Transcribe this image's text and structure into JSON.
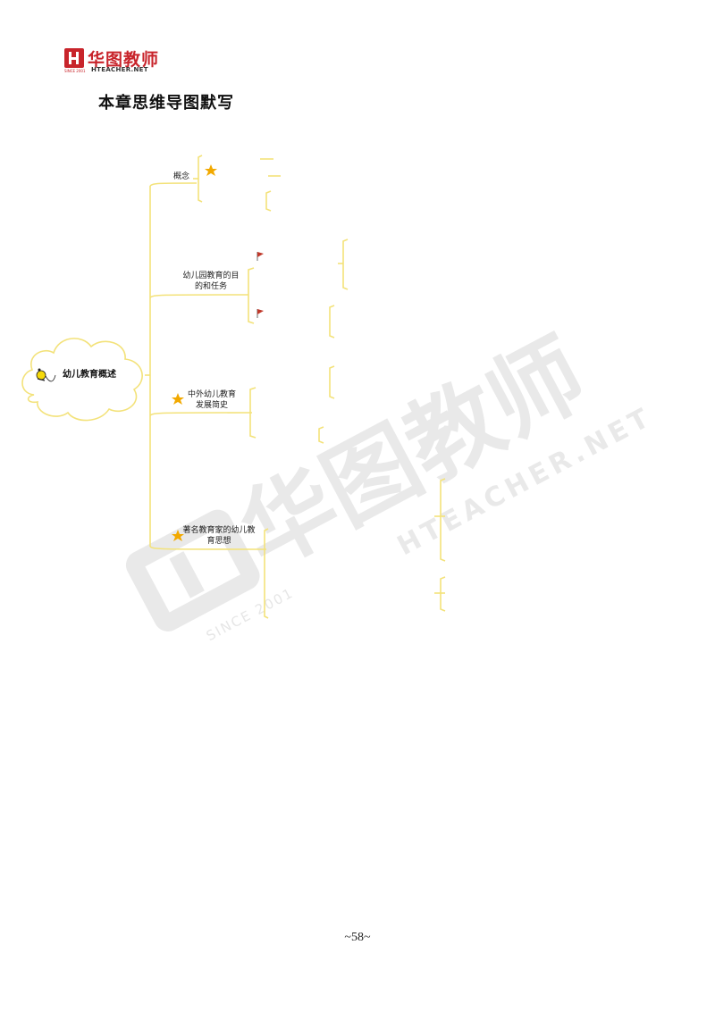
{
  "header": {
    "logo_text": "华图教师",
    "logo_en": "HTEACHER.NET",
    "logo_since": "SINCE 2001"
  },
  "title": "本章思维导图默写",
  "mindmap": {
    "root": "幼儿教育概述",
    "branches": [
      {
        "line1": "概念",
        "line2": ""
      },
      {
        "line1": "幼儿园教育的目",
        "line2": "的和任务"
      },
      {
        "line1": "中外幼儿教育",
        "line2": "发展简史"
      },
      {
        "line1": "著名教育家的幼儿教",
        "line2": "育思想"
      }
    ]
  },
  "watermark": {
    "cn": "华图教师",
    "en": "HTEACHER.NET",
    "since": "SINCE 2001"
  },
  "footer": {
    "page": "~58~"
  },
  "colors": {
    "line": "#f3e27a",
    "brand": "#c8242b",
    "star": "#f2a900",
    "flag": "#c0392b"
  }
}
